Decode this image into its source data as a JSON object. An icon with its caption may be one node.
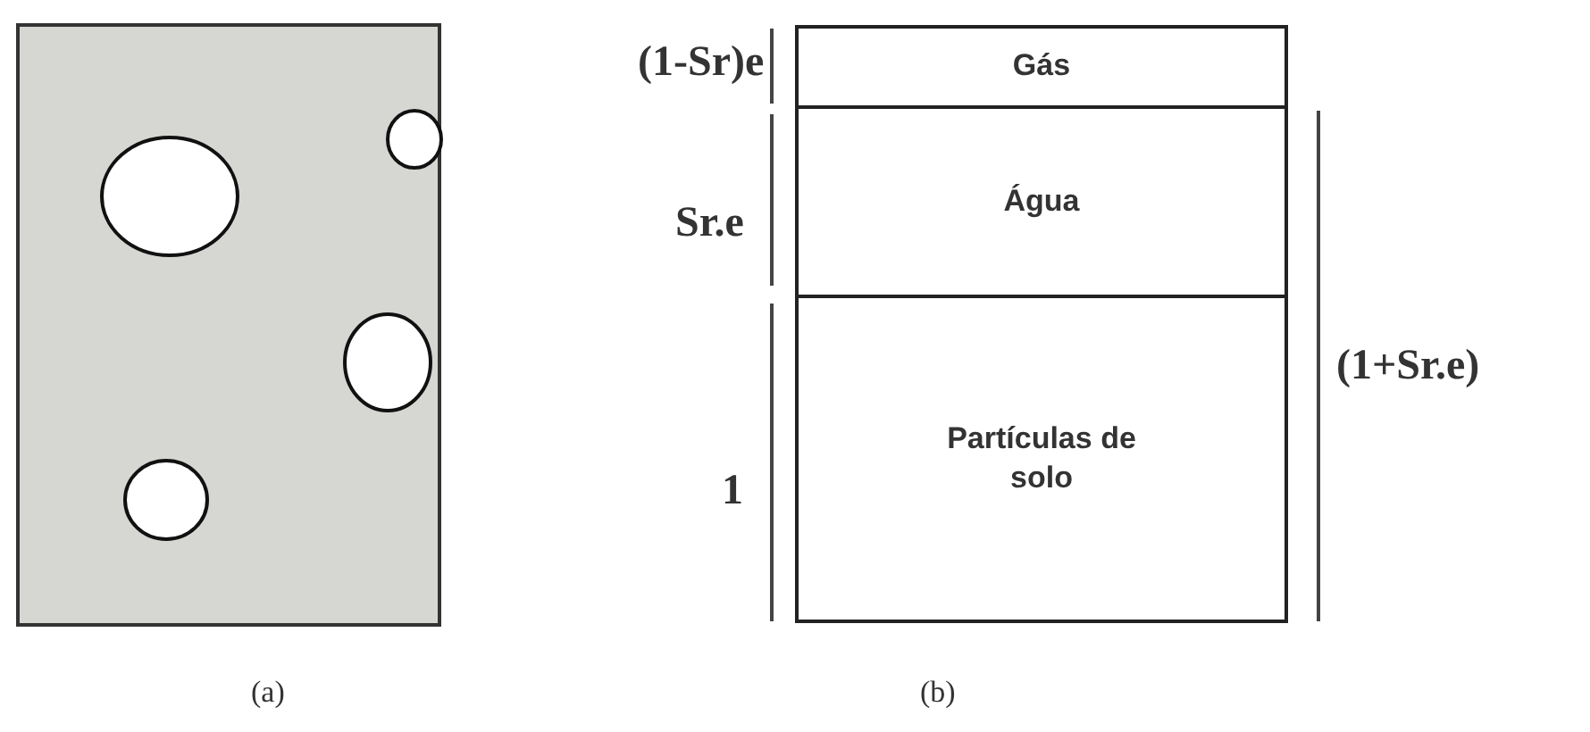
{
  "diagram": {
    "nodes": [
      {
        "text": [
          "Gás"
        ]
      },
      {
        "text": [
          "Água"
        ]
      },
      {
        "text": [
          "Partículas de solo"
        ]
      }
    ],
    "labels": [
      "(1-Sr)e",
      "Sr.e",
      "1",
      "(1+Sr.e)",
      "(a)",
      "(b)"
    ]
  }
}
